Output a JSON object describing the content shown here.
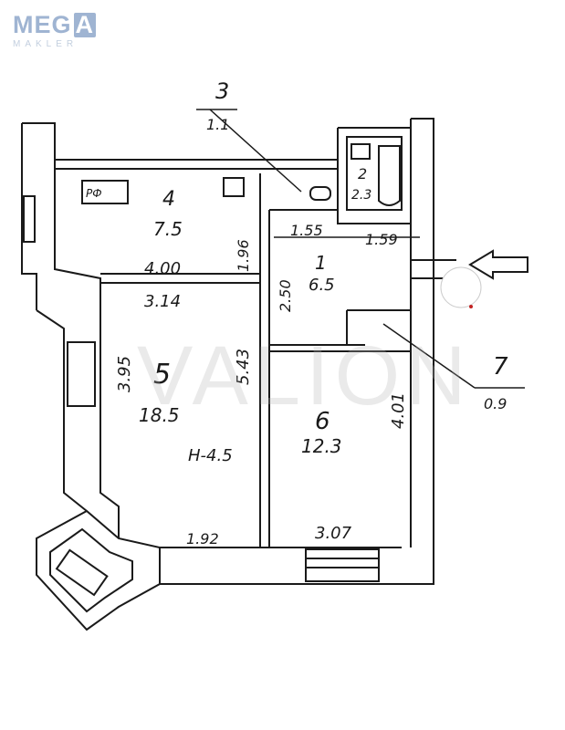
{
  "logo": {
    "brand_part_1": "MEG",
    "brand_part_2": "A",
    "sub": "MAKLER"
  },
  "watermark": "VALION",
  "rooms": [
    {
      "id": "1",
      "area": "6.5"
    },
    {
      "id": "2",
      "area": "2.3"
    },
    {
      "id": "3",
      "area": "1.1"
    },
    {
      "id": "4",
      "area": "7.5"
    },
    {
      "id": "5",
      "area": "18.5"
    },
    {
      "id": "6",
      "area": "12.3"
    },
    {
      "id": "7",
      "area": "0.9"
    }
  ],
  "dimensions": {
    "d_155": "1.55",
    "d_159": "1.59",
    "d_196": "1.96",
    "d_250": "2.50",
    "d_400": "4.00",
    "d_314": "3.14",
    "d_395": "3.95",
    "d_543": "5.43",
    "d_401": "4.01",
    "d_192": "1.92",
    "d_307": "3.07",
    "height": "H-4.5"
  },
  "fixtures": {
    "stove": "PФ"
  },
  "colors": {
    "line": "#1a1a1a",
    "watermark": "#b4b4b4",
    "logo": "#9fb4d2",
    "marker": "#c22222"
  }
}
